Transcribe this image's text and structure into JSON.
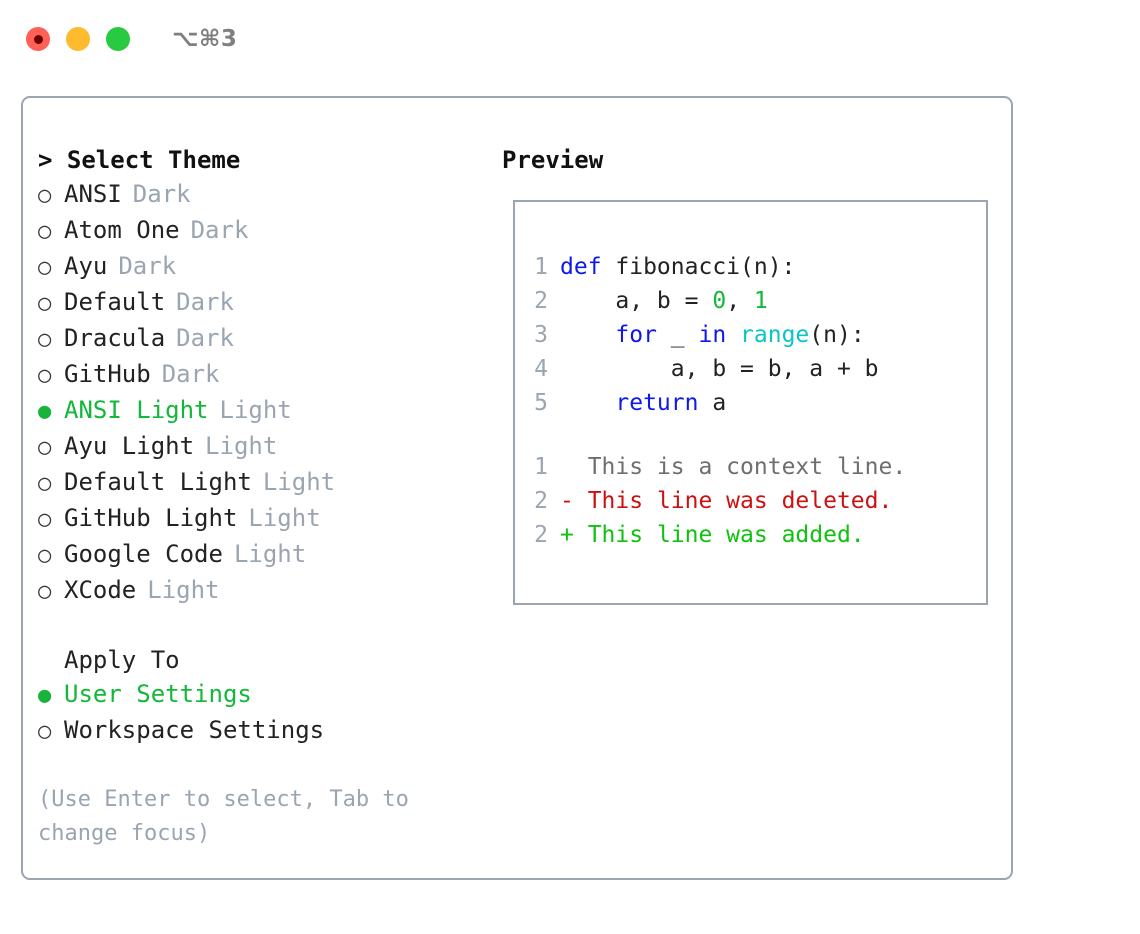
{
  "titlebar": {
    "shortcut": "⌥⌘3",
    "buttons": [
      {
        "name": "close",
        "color": "#ff6058"
      },
      {
        "name": "minimize",
        "color": "#fdbc2e"
      },
      {
        "name": "maximize",
        "color": "#27ca40"
      }
    ]
  },
  "theme_picker": {
    "heading": "> Select Theme",
    "options": [
      {
        "bullet": "○",
        "name": "ANSI",
        "kind": "Dark",
        "selected": false
      },
      {
        "bullet": "○",
        "name": "Atom One",
        "kind": "Dark",
        "selected": false
      },
      {
        "bullet": "○",
        "name": "Ayu",
        "kind": "Dark",
        "selected": false
      },
      {
        "bullet": "○",
        "name": "Default",
        "kind": "Dark",
        "selected": false
      },
      {
        "bullet": "○",
        "name": "Dracula",
        "kind": "Dark",
        "selected": false
      },
      {
        "bullet": "○",
        "name": "GitHub",
        "kind": "Dark",
        "selected": false
      },
      {
        "bullet": "●",
        "name": "ANSI Light",
        "kind": "Light",
        "selected": true
      },
      {
        "bullet": "○",
        "name": "Ayu Light",
        "kind": "Light",
        "selected": false
      },
      {
        "bullet": "○",
        "name": "Default Light",
        "kind": "Light",
        "selected": false
      },
      {
        "bullet": "○",
        "name": "GitHub Light",
        "kind": "Light",
        "selected": false
      },
      {
        "bullet": "○",
        "name": "Google Code",
        "kind": "Light",
        "selected": false
      },
      {
        "bullet": "○",
        "name": "XCode",
        "kind": "Light",
        "selected": false
      }
    ]
  },
  "apply_to": {
    "label": "Apply To",
    "options": [
      {
        "bullet": "●",
        "name": "User Settings",
        "selected": true
      },
      {
        "bullet": "○",
        "name": "Workspace Settings",
        "selected": false
      }
    ]
  },
  "hint": "(Use Enter to select, Tab to change focus)",
  "preview": {
    "heading": "Preview",
    "code_lines": [
      {
        "no": "1",
        "tokens": [
          {
            "t": "def",
            "c": "kw"
          },
          {
            "t": " fibonacci(n):",
            "c": "plain"
          }
        ]
      },
      {
        "no": "2",
        "tokens": [
          {
            "t": "    a, b = ",
            "c": "plain"
          },
          {
            "t": "0",
            "c": "num"
          },
          {
            "t": ", ",
            "c": "plain"
          },
          {
            "t": "1",
            "c": "num"
          }
        ]
      },
      {
        "no": "3",
        "tokens": [
          {
            "t": "    ",
            "c": "plain"
          },
          {
            "t": "for",
            "c": "kw"
          },
          {
            "t": " _ ",
            "c": "plain"
          },
          {
            "t": "in",
            "c": "kw"
          },
          {
            "t": " ",
            "c": "plain"
          },
          {
            "t": "range",
            "c": "fn"
          },
          {
            "t": "(n):",
            "c": "plain"
          }
        ]
      },
      {
        "no": "4",
        "tokens": [
          {
            "t": "        a, b = b, a + b",
            "c": "plain"
          }
        ]
      },
      {
        "no": "5",
        "tokens": [
          {
            "t": "    ",
            "c": "plain"
          },
          {
            "t": "return",
            "c": "kw"
          },
          {
            "t": " a",
            "c": "plain"
          }
        ]
      }
    ],
    "diff_lines": [
      {
        "no": "1",
        "marker": "  ",
        "text": "This is a context line.",
        "kind": "ctx"
      },
      {
        "no": "2",
        "marker": "- ",
        "text": "This line was deleted.",
        "kind": "del"
      },
      {
        "no": "2",
        "marker": "+ ",
        "text": "This line was added.",
        "kind": "add"
      }
    ]
  },
  "colors": {
    "border": "#9aa5b1",
    "muted": "#9aa5b1",
    "accent_green": "#13b83a",
    "keyword_blue": "#0d18ea",
    "function_cyan": "#0bc5c5",
    "number_green": "#13b83a",
    "diff_delete_red": "#cc1111",
    "diff_add_green": "#0ec20e",
    "context_gray": "#6e6e6e"
  }
}
